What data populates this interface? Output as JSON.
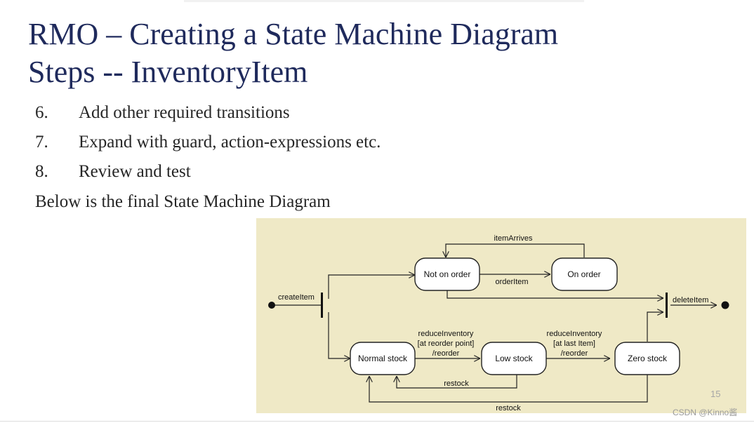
{
  "slide": {
    "title_line1": "RMO – Creating a State Machine Diagram",
    "title_line2": "Steps -- InventoryItem",
    "steps": [
      {
        "num": "6.",
        "text": "Add other required transitions"
      },
      {
        "num": "7.",
        "text": "Expand with guard, action-expressions etc."
      },
      {
        "num": "8.",
        "text": "Review and test"
      }
    ],
    "below_text": "Below is the final State Machine Diagram",
    "slide_number": "15",
    "watermark": "CSDN @Kinno酱"
  },
  "diagram": {
    "states": {
      "not_on_order": "Not on order",
      "on_order": "On order",
      "normal_stock": "Normal stock",
      "low_stock": "Low stock",
      "zero_stock": "Zero stock"
    },
    "transitions": {
      "item_arrives": "itemArrives",
      "order_item": "orderItem",
      "create_item": "createItem",
      "delete_item": "deleteItem",
      "reduce1_line1": "reduceInventory",
      "reduce1_line2": "[at reorder point]",
      "reduce1_line3": "/reorder",
      "reduce2_line1": "reduceInventory",
      "reduce2_line2": "[at last Item]",
      "reduce2_line3": "/reorder",
      "restock_low": "restock",
      "restock_zero": "restock"
    }
  }
}
